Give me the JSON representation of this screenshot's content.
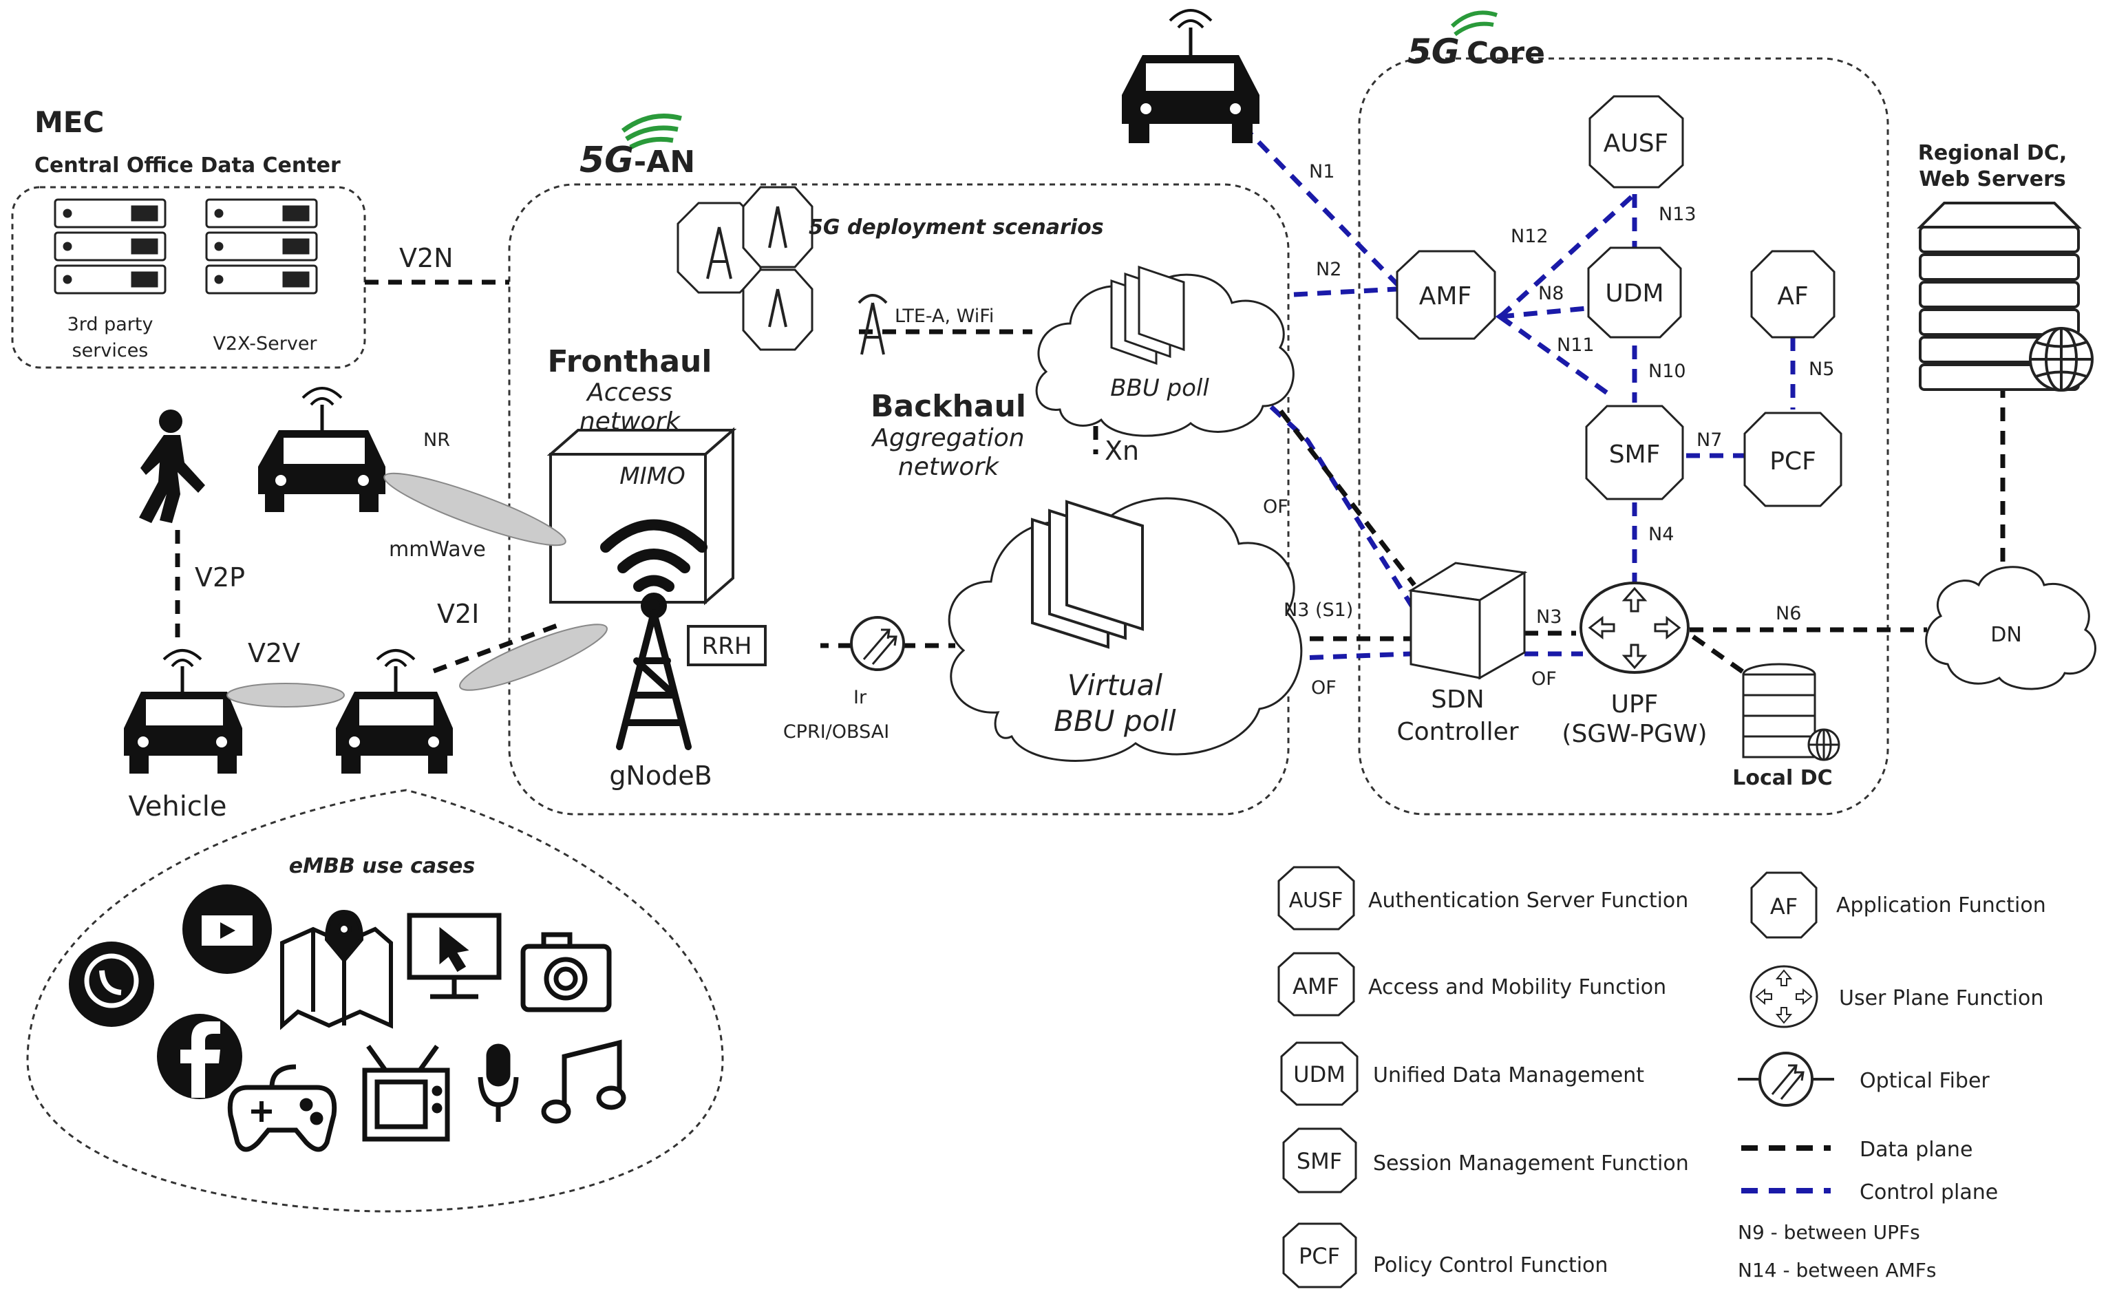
{
  "mec": {
    "title": "MEC",
    "subtitle": "Central Office Data Center",
    "third_party": [
      "3rd party",
      "services"
    ],
    "v2x_server": "V2X-Server"
  },
  "an": {
    "title_5g": "5G",
    "title_suffix": "-AN",
    "deploy_label": "5G deployment scenarios",
    "lte_label": "LTE-A, WiFi",
    "fronthaul": "Fronthaul",
    "access": [
      "Access",
      "network"
    ],
    "backhaul": "Backhaul",
    "aggregation": [
      "Aggregation",
      "network"
    ],
    "mimo": "MIMO",
    "rrh": "RRH",
    "gnodeb": "gNodeB",
    "ir": "Ir",
    "cpri": "CPRI/OBSAI",
    "bbu_poll": "BBU poll",
    "virtual_bbu": [
      "Virtual",
      "BBU poll"
    ],
    "xn": "Xn"
  },
  "links": {
    "v2n": "V2N",
    "v2p": "V2P",
    "v2v": "V2V",
    "v2i": "V2I",
    "nr": "NR",
    "mmwave": "mmWave",
    "vehicle": "Vehicle",
    "n1": "N1",
    "n2": "N2",
    "n3s1": "N3 (S1)",
    "of1": "OF",
    "of2": "OF",
    "of3": "OF",
    "n3": "N3",
    "n6": "N6",
    "n4": "N4",
    "n5": "N5",
    "n7": "N7",
    "n8": "N8",
    "n10": "N10",
    "n11": "N11",
    "n12": "N12",
    "n13": "N13"
  },
  "core": {
    "title_5g": "5G",
    "title_suffix": "Core",
    "ausf": "AUSF",
    "amf": "AMF",
    "udm": "UDM",
    "af": "AF",
    "smf": "SMF",
    "pcf": "PCF",
    "sdn": [
      "SDN",
      "Controller"
    ],
    "upf": [
      "UPF",
      "(SGW-PGW)"
    ],
    "local_dc": "Local DC"
  },
  "regional": {
    "title": [
      "Regional DC,",
      "Web Servers"
    ],
    "dn": "DN"
  },
  "embb": {
    "title": "eMBB use cases"
  },
  "legend": {
    "ausf": "Authentication Server Function",
    "amf": "Access and Mobility Function",
    "udm": "Unified Data Management",
    "smf": "Session Management Function",
    "pcf": "Policy Control Function",
    "af": "Application Function",
    "upf": "User Plane Function",
    "fiber": "Optical Fiber",
    "data_plane": "Data plane",
    "control_plane": "Control plane",
    "n9": "N9  - between UPFs",
    "n14": "N14 - between AMFs"
  },
  "colors": {
    "control": "#1a1aa8",
    "data": "#111111",
    "green": "#2a9a3a"
  }
}
